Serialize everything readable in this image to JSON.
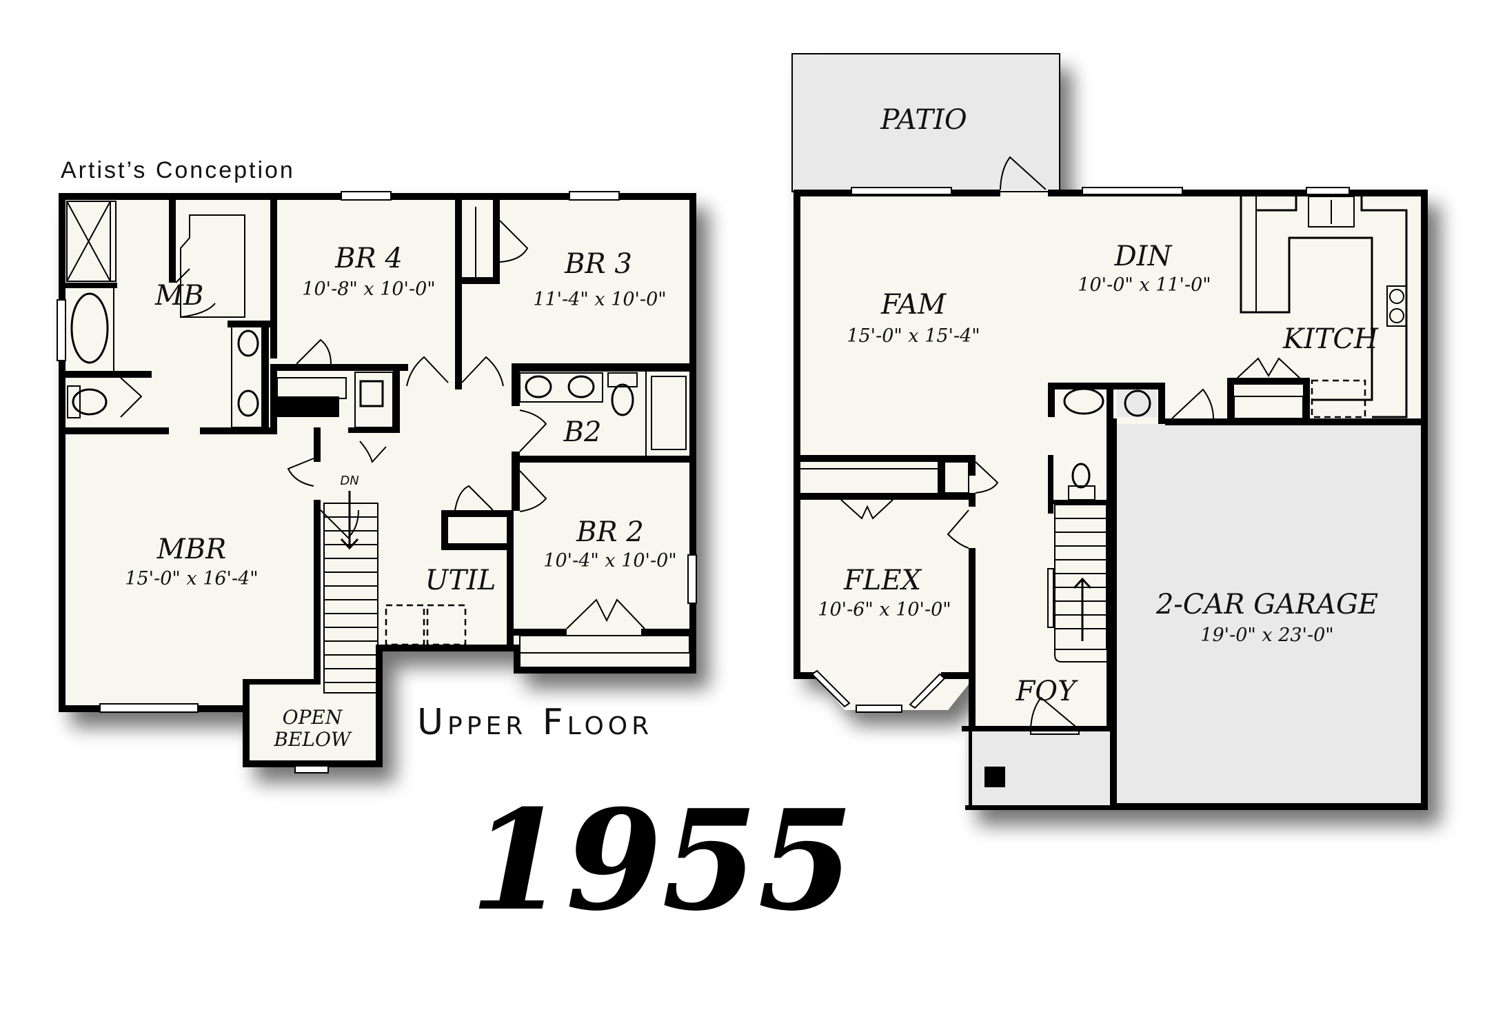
{
  "caption": "Artist’s Conception",
  "upper_floor": {
    "title": "Upper Floor",
    "rooms": [
      {
        "id": "mbr",
        "name": "MBR",
        "dims": "15'-0\" x 16'-4\""
      },
      {
        "id": "mb",
        "name": "MB",
        "dims": ""
      },
      {
        "id": "br4",
        "name": "BR 4",
        "dims": "10'-8\" x 10'-0\""
      },
      {
        "id": "br3",
        "name": "BR 3",
        "dims": "11'-4\" x 10'-0\""
      },
      {
        "id": "b2",
        "name": "B2",
        "dims": ""
      },
      {
        "id": "br2",
        "name": "BR 2",
        "dims": "10'-4\" x 10'-0\""
      },
      {
        "id": "util",
        "name": "UTIL",
        "dims": ""
      },
      {
        "id": "open_below",
        "name": "OPEN",
        "name2": "BELOW",
        "dims": ""
      }
    ],
    "stair_label": "DN"
  },
  "lower_floor": {
    "rooms": [
      {
        "id": "patio",
        "name": "PATIO",
        "dims": ""
      },
      {
        "id": "fam",
        "name": "FAM",
        "dims": "15'-0\" x 15'-4\""
      },
      {
        "id": "din",
        "name": "DIN",
        "dims": "10'-0\" x 11'-0\""
      },
      {
        "id": "kitch",
        "name": "KITCH",
        "dims": ""
      },
      {
        "id": "flex",
        "name": "FLEX",
        "dims": "10'-6\" x 10'-0\""
      },
      {
        "id": "foy",
        "name": "FOY",
        "dims": ""
      },
      {
        "id": "garage",
        "name": "2-CAR GARAGE",
        "dims": "19'-0\" x 23'-0\""
      }
    ]
  },
  "plan_number": "1955",
  "colors": {
    "wall": "#000000",
    "floor_fill": "#f7f7f0",
    "exterior_fill": "#e9e9e9",
    "background": "#ffffff"
  }
}
